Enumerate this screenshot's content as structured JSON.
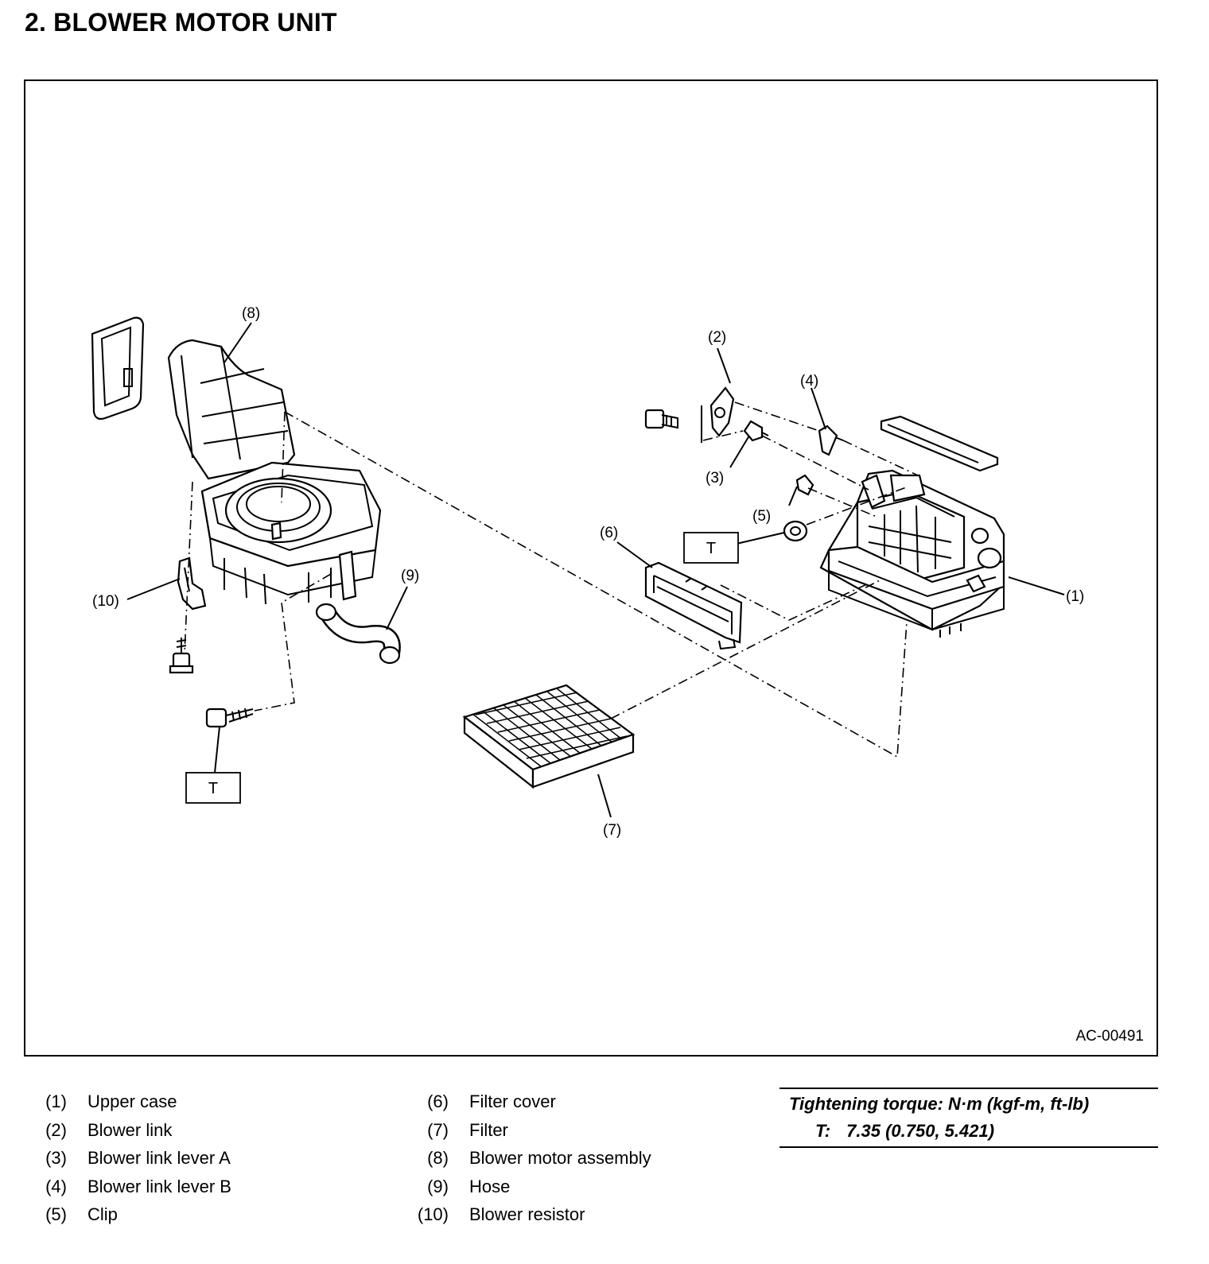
{
  "title": "2.  BLOWER MOTOR UNIT",
  "figure_id": "AC-00491",
  "callouts": {
    "c1": "(1)",
    "c2": "(2)",
    "c3": "(3)",
    "c4": "(4)",
    "c5": "(5)",
    "c6": "(6)",
    "c7": "(7)",
    "c8": "(8)",
    "c9": "(9)",
    "c10": "(10)"
  },
  "torque_marker": "T",
  "legend": [
    {
      "num": "(1)",
      "name": "Upper case"
    },
    {
      "num": "(2)",
      "name": "Blower link"
    },
    {
      "num": "(3)",
      "name": "Blower link lever A"
    },
    {
      "num": "(4)",
      "name": "Blower link lever B"
    },
    {
      "num": "(5)",
      "name": "Clip"
    },
    {
      "num": "(6)",
      "name": "Filter cover"
    },
    {
      "num": "(7)",
      "name": "Filter"
    },
    {
      "num": "(8)",
      "name": "Blower motor assembly"
    },
    {
      "num": "(9)",
      "name": "Hose"
    },
    {
      "num": "(10)",
      "name": "Blower resistor"
    }
  ],
  "torque": {
    "heading": "Tightening torque: N·m (kgf-m, ft-lb)",
    "label": "T:",
    "value": "7.35 (0.750, 5.421)"
  }
}
